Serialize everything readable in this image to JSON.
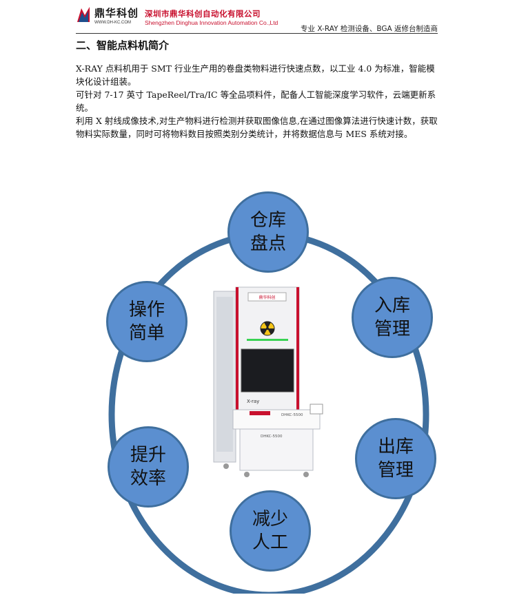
{
  "header": {
    "logo_name": "鼎华科创",
    "logo_url": "WWW.DH-KC.COM",
    "company_cn": "深圳市鼎华科创自动化有限公司",
    "company_en": "Shengzhen Dinghua Innovation Automation Co.,Ltd",
    "slogan": "专业 X-RAY 检测设备、BGA 返修台制造商"
  },
  "section_title": "二、智能点料机简介",
  "intro": [
    "X-RAY 点料机用于 SMT 行业生产用的卷盘类物料进行快速点数，以工业 4.0 为标准，智能模块化设计组装。",
    "可针对 7-17 英寸 TapeReel/Tra/IC 等全品项料件，配备人工智能深度学习软件，云端更新系统。",
    "利用 X 射线成像技术,对生产物料进行检测并获取图像信息,在通过图像算法进行快速计数，获取物料实际数量，同时可将物料数目按照类别分类统计，并将数据信息与 MES 系统对接。"
  ],
  "features": [
    {
      "line1": "仓库",
      "line2": "盘点"
    },
    {
      "line1": "入库",
      "line2": "管理"
    },
    {
      "line1": "出库",
      "line2": "管理"
    },
    {
      "line1": "减少",
      "line2": "人工"
    },
    {
      "line1": "提升",
      "line2": "效率"
    },
    {
      "line1": "操作",
      "line2": "简单"
    }
  ],
  "machine": {
    "brand_label": "鼎华科创",
    "xray_label": "X-ray",
    "model_label": "DHKC-5500",
    "model_label_2": "DHKC-5500"
  },
  "colors": {
    "circle_fill": "#5b8fd0",
    "ring": "#3f6f9e",
    "brand_red": "#c8102e"
  }
}
